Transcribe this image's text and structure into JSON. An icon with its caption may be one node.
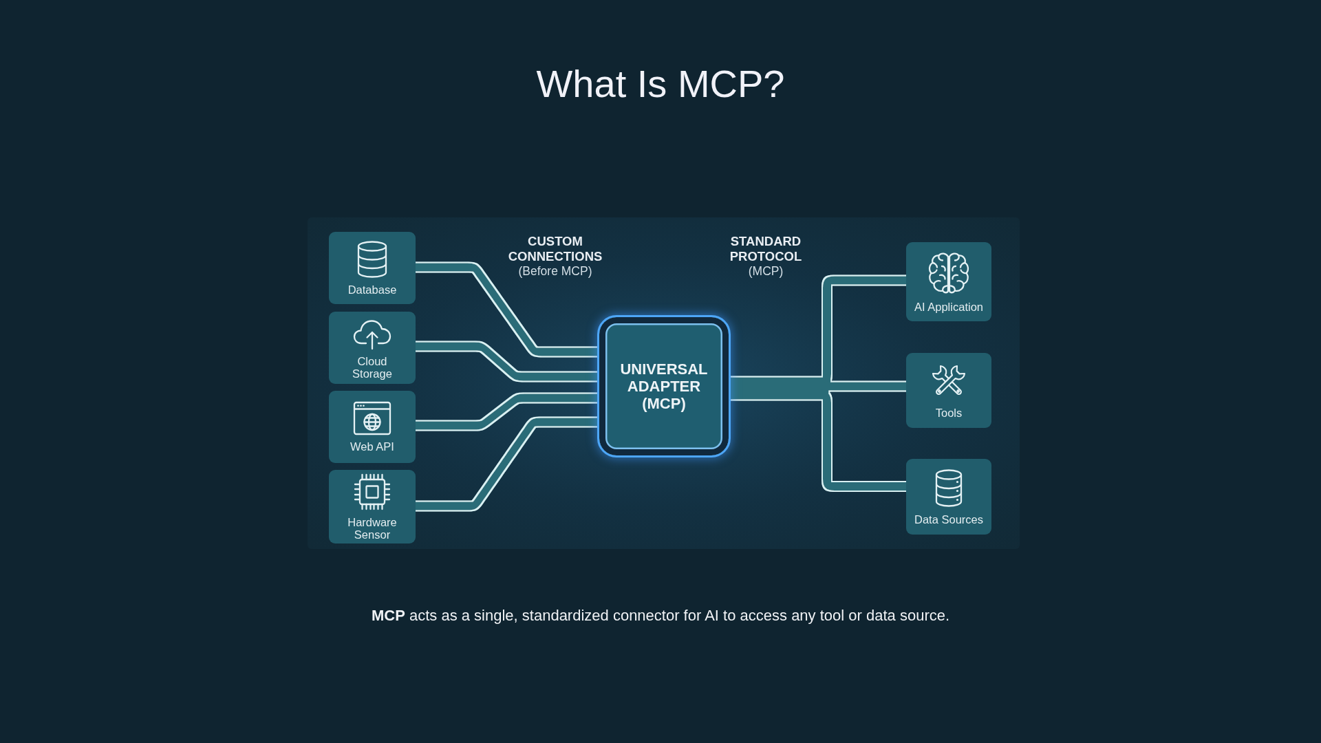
{
  "diagram": {
    "title": "What Is MCP?",
    "caption": "**MCP** acts as a single, standardized connector for AI to access any tool or data source.",
    "nodes": [
      {
        "text": [
          "Database"
        ]
      },
      {
        "text": [
          "Cloud Storage"
        ]
      },
      {
        "text": [
          "Web API"
        ]
      },
      {
        "text": [
          "Hardware Sensor"
        ]
      },
      {
        "text": [
          "UNIVERSAL ADAPTER (MCP)"
        ]
      },
      {
        "text": [
          "AI Application"
        ]
      },
      {
        "text": [
          "Tools"
        ]
      },
      {
        "text": [
          "Data Sources"
        ]
      }
    ],
    "edges": [
      {
        "from": 0,
        "to": 4,
        "arrow": "none"
      },
      {
        "from": 1,
        "to": 4,
        "arrow": "none"
      },
      {
        "from": 2,
        "to": 4,
        "arrow": "none"
      },
      {
        "from": 3,
        "to": 4,
        "arrow": "none"
      },
      {
        "from": 4,
        "to": 5,
        "arrow": "none"
      },
      {
        "from": 4,
        "to": 6,
        "arrow": "none"
      },
      {
        "from": 4,
        "to": 7,
        "arrow": "none"
      }
    ],
    "labels": [
      "CUSTOM CONNECTIONS",
      "(Before MCP)",
      "STANDARD PROTOCOL",
      "(MCP)"
    ]
  }
}
